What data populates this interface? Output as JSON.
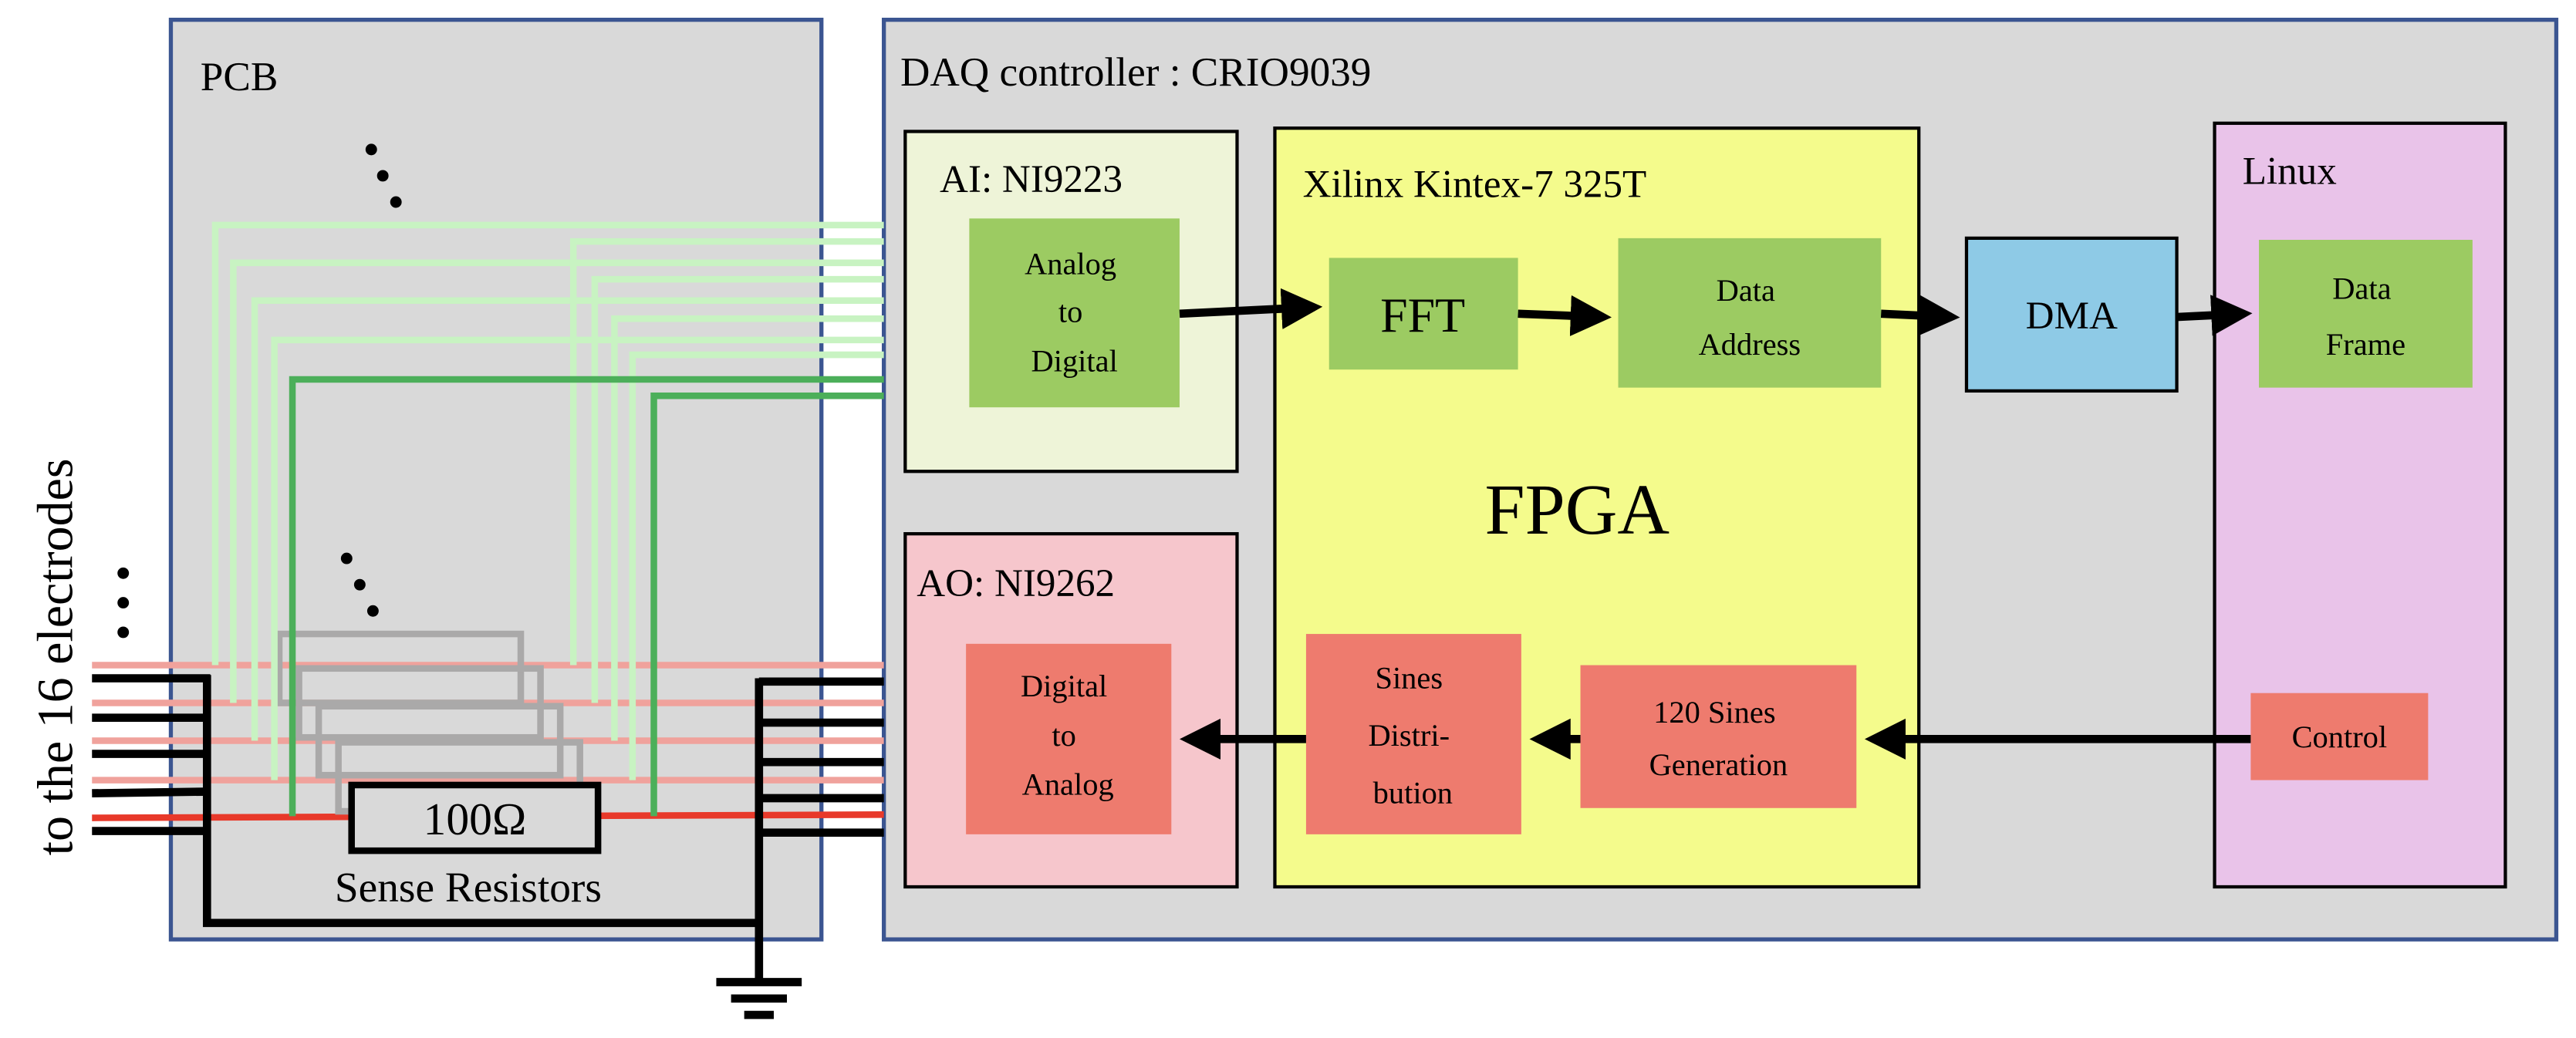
{
  "colors": {
    "frame_border": "#3b5591",
    "frame_fill": "#d9d9d9",
    "ai_fill": "#eef4d8",
    "fpga_fill": "#f4fb8c",
    "linux_fill": "#e9c3e9",
    "ao_fill": "#f6c6cc",
    "green_block": "#9ccb62",
    "red_block": "#ee7b6e",
    "dma_block": "#8ecae6"
  },
  "side_label": "to the 16 electrodes",
  "pcb": {
    "title": "PCB",
    "resistor_value": "100Ω",
    "resistor_caption": "Sense Resistors"
  },
  "daq": {
    "title": "DAQ controller : CRIO9039",
    "ai": {
      "title": "AI: NI9223",
      "block": [
        "Analog",
        "to",
        "Digital"
      ]
    },
    "ao": {
      "title": "AO: NI9262",
      "block": [
        "Digital",
        "to",
        "Analog"
      ]
    },
    "fpga": {
      "title": "Xilinx Kintex-7 325T",
      "label": "FPGA",
      "fft": "FFT",
      "data_address": [
        "Data",
        "Address"
      ],
      "sines_generation": [
        "120 Sines",
        "Generation"
      ],
      "sines_distribution": [
        "Sines",
        "Distri-",
        "bution"
      ]
    },
    "dma": "DMA",
    "linux": {
      "title": "Linux",
      "data_frame": [
        "Data",
        "Frame"
      ],
      "control": "Control"
    }
  }
}
